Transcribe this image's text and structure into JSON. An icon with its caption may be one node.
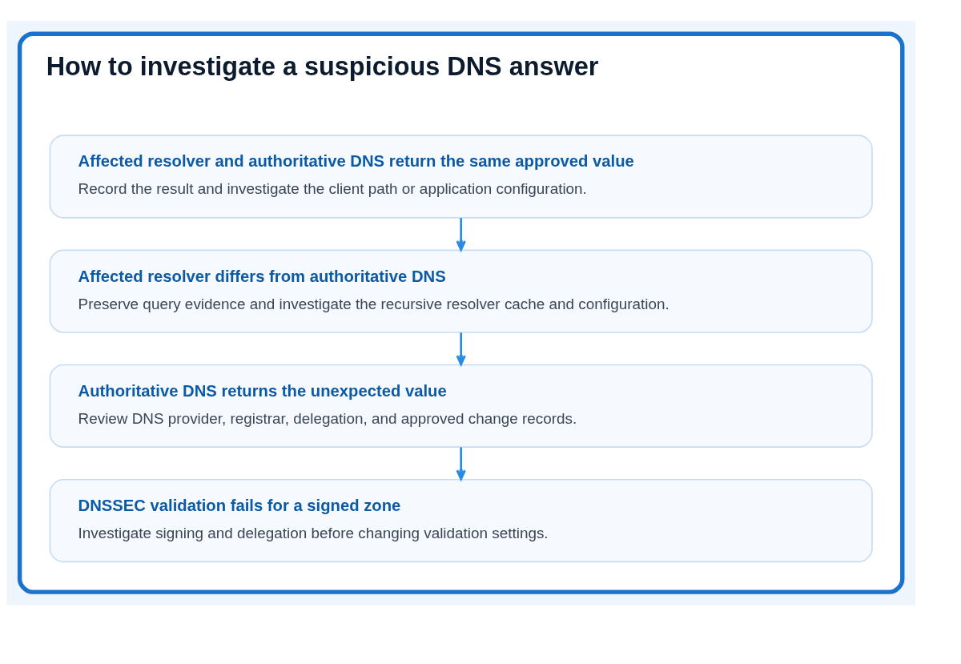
{
  "diagram": {
    "nodes": [
      {
        "text": [
          "How to investigate a suspicious DNS answer"
        ]
      },
      {
        "text": [
          "Affected resolver and authoritative DNS return the same approved value",
          "Record the result and investigate the client path or application configuration."
        ],
        "in": 0
      },
      {
        "text": [
          "Affected resolver differs from authoritative DNS",
          "Preserve query evidence and investigate the recursive resolver cache and configuration."
        ],
        "in": 0
      },
      {
        "text": [
          "Authoritative DNS returns the unexpected value",
          "Review DNS provider, registrar, delegation, and approved change records."
        ],
        "in": 0
      },
      {
        "text": [
          "DNSSEC validation fails for a signed zone",
          "Investigate signing and delegation before changing validation settings."
        ],
        "in": 0
      }
    ],
    "edges": [
      {
        "from": 1,
        "to": 2,
        "arrow": "to"
      },
      {
        "from": 2,
        "to": 3,
        "arrow": "to"
      },
      {
        "from": 3,
        "to": 4,
        "arrow": "to"
      }
    ]
  }
}
